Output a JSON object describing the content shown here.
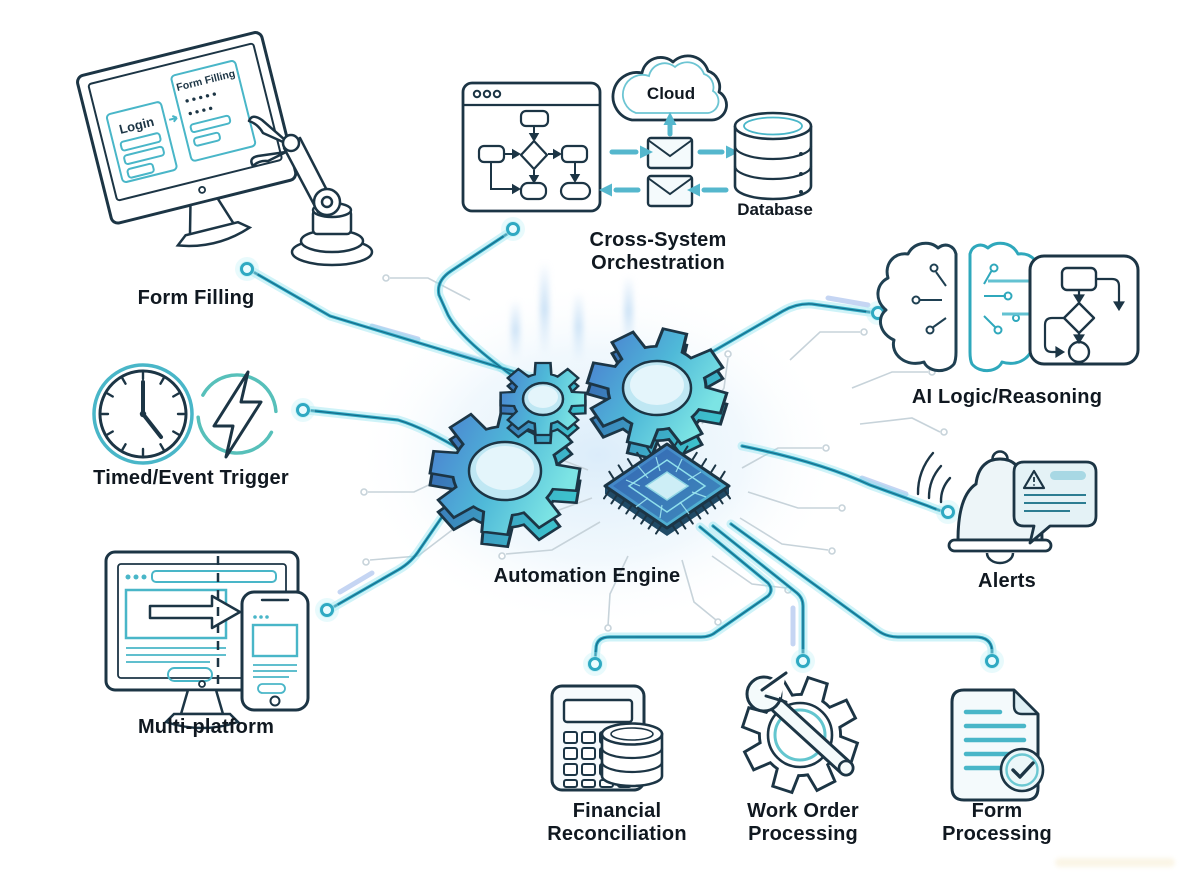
{
  "center": {
    "label": "Automation Engine"
  },
  "nodes": {
    "form_filling": {
      "label": "Form Filling",
      "screen_login": "Login",
      "screen_form": "Form Filling"
    },
    "cross_system": {
      "label": "Cross-System\nOrchestration",
      "cloud": "Cloud",
      "database": "Database"
    },
    "ai_logic": {
      "label": "AI Logic/Reasoning"
    },
    "timed_event": {
      "label": "Timed/Event Trigger"
    },
    "multi_platform": {
      "label": "Multi-platform"
    },
    "alerts": {
      "label": "Alerts"
    },
    "financial": {
      "label": "Financial\nReconciliation"
    },
    "work_order": {
      "label": "Work Order\nProcessing"
    },
    "form_processing": {
      "label": "Form\nProcessing"
    }
  },
  "colors": {
    "outline": "#1c3545",
    "accent_teal": "#2fa9c2",
    "teal_light": "#8ce4ee",
    "gear_blue": "#4a7fd0",
    "gear_teal": "#64dade",
    "connector_glow": "#bdf0f5",
    "trace_gray": "#c7d3da"
  }
}
